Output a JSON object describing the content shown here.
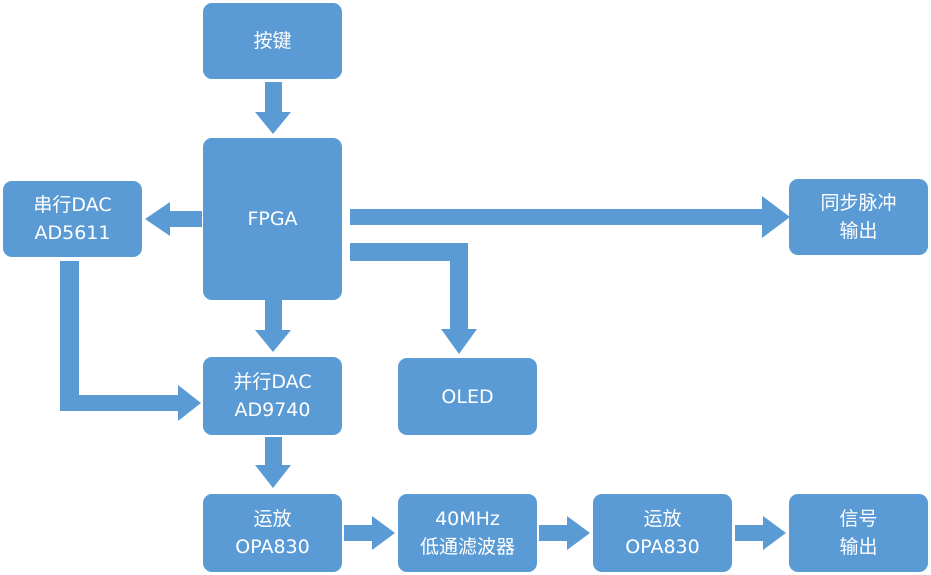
{
  "colors": {
    "block_fill": "#5b9bd5",
    "text": "#ffffff",
    "arrow": "#5b9bd5",
    "background": "#ffffff"
  },
  "blocks": {
    "button": {
      "line1": "按键"
    },
    "fpga": {
      "line1": "FPGA"
    },
    "serial_dac": {
      "line1": "串行DAC",
      "line2": "AD5611"
    },
    "sync_pulse": {
      "line1": "同步脉冲",
      "line2": "输出"
    },
    "parallel_dac": {
      "line1": "并行DAC",
      "line2": "AD9740"
    },
    "oled": {
      "line1": "OLED"
    },
    "opamp1": {
      "line1": "运放",
      "line2": "OPA830"
    },
    "filter": {
      "line1": "40MHz",
      "line2": "低通滤波器"
    },
    "opamp2": {
      "line1": "运放",
      "line2": "OPA830"
    },
    "signal_out": {
      "line1": "信号",
      "line2": "输出"
    }
  },
  "connections": [
    {
      "from": "button",
      "to": "fpga"
    },
    {
      "from": "fpga",
      "to": "serial_dac"
    },
    {
      "from": "fpga",
      "to": "sync_pulse"
    },
    {
      "from": "fpga",
      "to": "oled"
    },
    {
      "from": "fpga",
      "to": "parallel_dac"
    },
    {
      "from": "serial_dac",
      "to": "parallel_dac"
    },
    {
      "from": "parallel_dac",
      "to": "opamp1"
    },
    {
      "from": "opamp1",
      "to": "filter"
    },
    {
      "from": "filter",
      "to": "opamp2"
    },
    {
      "from": "opamp2",
      "to": "signal_out"
    }
  ]
}
